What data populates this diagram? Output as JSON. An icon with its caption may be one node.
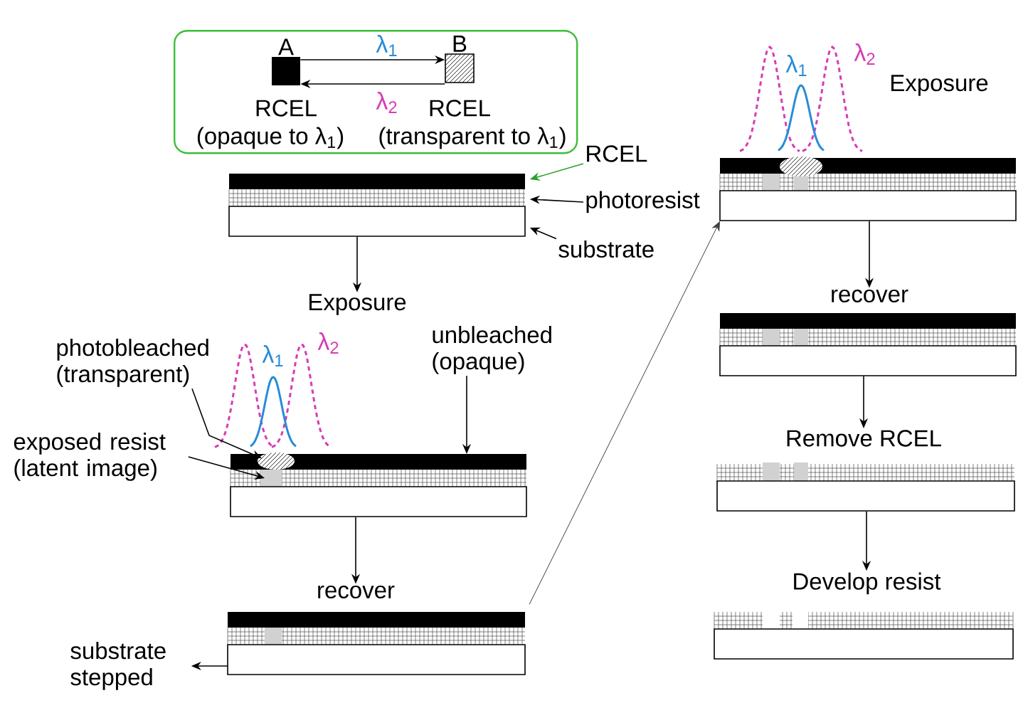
{
  "diagram": {
    "nodes": [
      {
        "text": [],
        "shape": "box"
      },
      {
        "text": [
          "A"
        ],
        "beside": [
          "RCEL",
          "(opaque to λ$_{1}$)"
        ],
        "in": 0
      },
      {
        "text": [
          "B"
        ],
        "beside": [
          "RCEL",
          "(transparent to λ$_{1}$)"
        ],
        "in": 0
      },
      {
        "text": [
          "RCEL"
        ]
      },
      {
        "text": [
          "photoresist"
        ]
      },
      {
        "text": [
          "substrate"
        ]
      },
      {
        "text": [],
        "shape": "box"
      },
      {
        "text": [
          "Exposure"
        ]
      },
      {
        "text": [
          "photobleached (transparent)"
        ]
      },
      {
        "text": [
          "unbleached (opaque)"
        ]
      },
      {
        "text": [
          "exposed resist (latent image)"
        ]
      },
      {
        "text": [],
        "shape": "box"
      },
      {
        "text": [
          "recover"
        ]
      },
      {
        "text": [],
        "shape": "box"
      },
      {
        "text": [
          "substrate stepped"
        ]
      },
      {
        "text": [],
        "shape": "box",
        "beside": [
          "Exposure"
        ]
      },
      {
        "text": [
          "recover"
        ]
      },
      {
        "text": [],
        "shape": "box"
      },
      {
        "text": [
          "Remove RCEL"
        ]
      },
      {
        "text": [],
        "shape": "box"
      },
      {
        "text": [
          "Develop resist"
        ]
      },
      {
        "text": [],
        "shape": "box"
      }
    ],
    "edges": [
      {
        "from": 1,
        "to": 2,
        "arrow": "to",
        "label": "λ$_{1}$"
      },
      {
        "from": 2,
        "to": 1,
        "arrow": "to",
        "label": "λ$_{2}$"
      },
      {
        "from": 3,
        "to": 6,
        "arrow": "to",
        "color": "#2ca02c"
      },
      {
        "from": 4,
        "to": 6,
        "arrow": "to"
      },
      {
        "from": 5,
        "to": 6,
        "arrow": "to"
      },
      {
        "from": 6,
        "to": 7,
        "arrow": "to"
      },
      {
        "from": 8,
        "to": 11,
        "arrow": "to"
      },
      {
        "from": 10,
        "to": 11,
        "arrow": "to"
      },
      {
        "from": 9,
        "to": 11,
        "arrow": "to"
      },
      {
        "from": 11,
        "to": 12,
        "arrow": "to"
      },
      {
        "from": 13,
        "to": 14,
        "arrow": "to"
      },
      {
        "from": 13,
        "to": 15,
        "arrow": "to"
      },
      {
        "from": 15,
        "to": 16,
        "arrow": "to"
      },
      {
        "from": 17,
        "to": 18,
        "arrow": "to"
      },
      {
        "from": 19,
        "to": 20,
        "arrow": "to"
      }
    ],
    "labels": [
      "λ$_{1}$",
      "λ$_{2}$",
      "λ$_{1}$",
      "λ$_{2}$"
    ]
  }
}
